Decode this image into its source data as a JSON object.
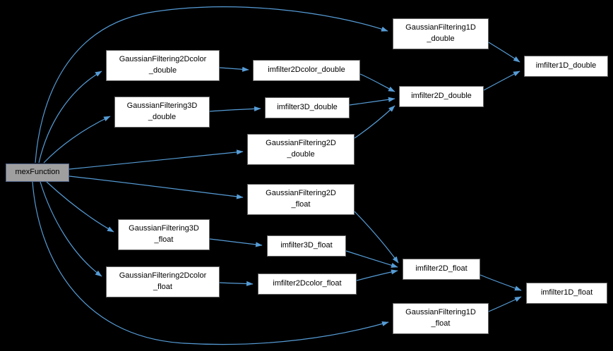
{
  "colors": {
    "background": "#000000",
    "node_fill": "#ffffff",
    "node_border": "#666666",
    "node_text": "#000000",
    "highlight_node_fill": "#9f9f9f",
    "highlight_node_border": "#55688f",
    "edge": "#569cd6"
  },
  "nodes": {
    "mexFunction": {
      "label": "mexFunction",
      "highlighted": true
    },
    "GaussianFiltering2Dcolor_double": {
      "label": "GaussianFiltering2Dcolor\n_double"
    },
    "GaussianFiltering3D_double": {
      "label": "GaussianFiltering3D\n_double"
    },
    "GaussianFiltering2D_double": {
      "label": "GaussianFiltering2D\n_double"
    },
    "GaussianFiltering2D_float": {
      "label": "GaussianFiltering2D\n_float"
    },
    "GaussianFiltering3D_float": {
      "label": "GaussianFiltering3D\n_float"
    },
    "GaussianFiltering2Dcolor_float": {
      "label": "GaussianFiltering2Dcolor\n_float"
    },
    "GaussianFiltering1D_double": {
      "label": "GaussianFiltering1D\n_double"
    },
    "GaussianFiltering1D_float": {
      "label": "GaussianFiltering1D\n_float"
    },
    "imfilter2Dcolor_double": {
      "label": "imfilter2Dcolor_double"
    },
    "imfilter3D_double": {
      "label": "imfilter3D_double"
    },
    "imfilter2D_double": {
      "label": "imfilter2D_double"
    },
    "imfilter1D_double": {
      "label": "imfilter1D_double"
    },
    "imfilter3D_float": {
      "label": "imfilter3D_float"
    },
    "imfilter2Dcolor_float": {
      "label": "imfilter2Dcolor_float"
    },
    "imfilter2D_float": {
      "label": "imfilter2D_float"
    },
    "imfilter1D_float": {
      "label": "imfilter1D_float"
    }
  },
  "edges": [
    {
      "from": "mexFunction",
      "to": "GaussianFiltering1D_double"
    },
    {
      "from": "mexFunction",
      "to": "GaussianFiltering2Dcolor_double"
    },
    {
      "from": "mexFunction",
      "to": "GaussianFiltering3D_double"
    },
    {
      "from": "mexFunction",
      "to": "GaussianFiltering2D_double"
    },
    {
      "from": "mexFunction",
      "to": "GaussianFiltering2D_float"
    },
    {
      "from": "mexFunction",
      "to": "GaussianFiltering3D_float"
    },
    {
      "from": "mexFunction",
      "to": "GaussianFiltering2Dcolor_float"
    },
    {
      "from": "mexFunction",
      "to": "GaussianFiltering1D_float"
    },
    {
      "from": "GaussianFiltering2Dcolor_double",
      "to": "imfilter2Dcolor_double"
    },
    {
      "from": "imfilter2Dcolor_double",
      "to": "imfilter2D_double"
    },
    {
      "from": "GaussianFiltering3D_double",
      "to": "imfilter3D_double"
    },
    {
      "from": "imfilter3D_double",
      "to": "imfilter2D_double"
    },
    {
      "from": "GaussianFiltering2D_double",
      "to": "imfilter2D_double"
    },
    {
      "from": "GaussianFiltering1D_double",
      "to": "imfilter1D_double"
    },
    {
      "from": "imfilter2D_double",
      "to": "imfilter1D_double"
    },
    {
      "from": "GaussianFiltering2D_float",
      "to": "imfilter2D_float"
    },
    {
      "from": "GaussianFiltering3D_float",
      "to": "imfilter3D_float"
    },
    {
      "from": "imfilter3D_float",
      "to": "imfilter2D_float"
    },
    {
      "from": "GaussianFiltering2Dcolor_float",
      "to": "imfilter2Dcolor_float"
    },
    {
      "from": "imfilter2Dcolor_float",
      "to": "imfilter2D_float"
    },
    {
      "from": "imfilter2D_float",
      "to": "imfilter1D_float"
    },
    {
      "from": "GaussianFiltering1D_float",
      "to": "imfilter1D_float"
    }
  ]
}
